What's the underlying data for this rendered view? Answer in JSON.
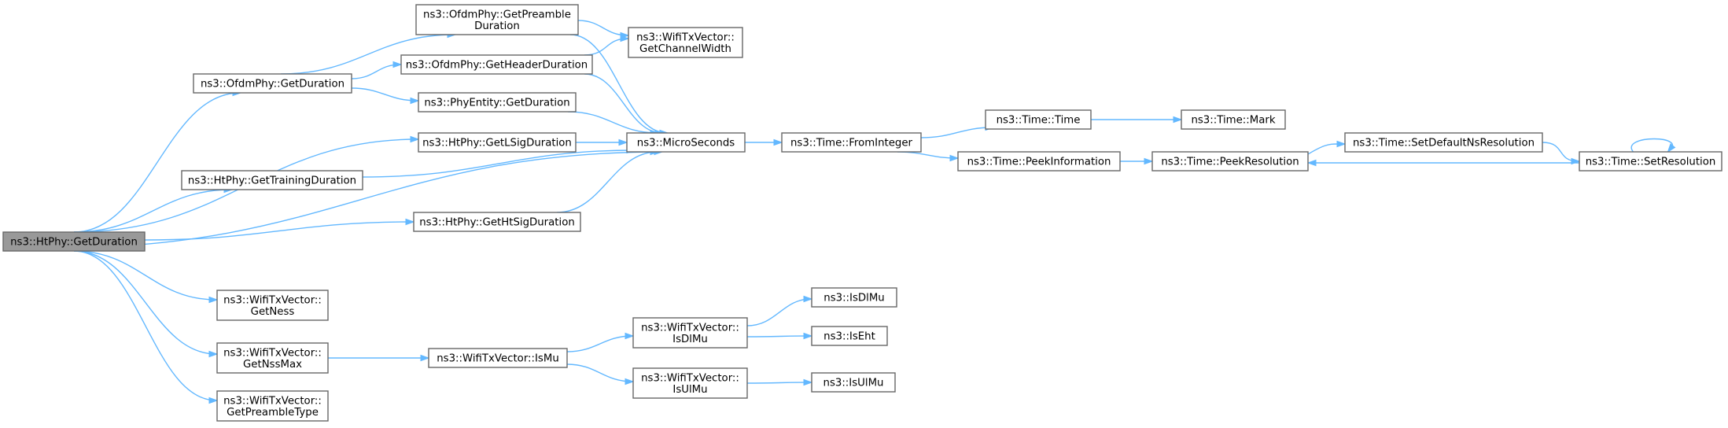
{
  "nodes": [
    {
      "id": "ht_getduration",
      "lines": [
        "ns3::HtPhy::GetDuration"
      ],
      "root": true
    },
    {
      "id": "ofdm_getduration",
      "lines": [
        "ns3::OfdmPhy::GetDuration"
      ]
    },
    {
      "id": "ofdm_getpreamble",
      "lines": [
        "ns3::OfdmPhy::GetPreamble",
        "Duration"
      ]
    },
    {
      "id": "ofdm_getheader",
      "lines": [
        "ns3::OfdmPhy::GetHeaderDuration"
      ]
    },
    {
      "id": "phyentity_getduration",
      "lines": [
        "ns3::PhyEntity::GetDuration"
      ]
    },
    {
      "id": "ht_getlsig",
      "lines": [
        "ns3::HtPhy::GetLSigDuration"
      ]
    },
    {
      "id": "ht_gettraining",
      "lines": [
        "ns3::HtPhy::GetTrainingDuration"
      ]
    },
    {
      "id": "ht_gethtsig",
      "lines": [
        "ns3::HtPhy::GetHtSigDuration"
      ]
    },
    {
      "id": "wtv_getchannelwidth",
      "lines": [
        "ns3::WifiTxVector::",
        "GetChannelWidth"
      ]
    },
    {
      "id": "microseconds",
      "lines": [
        "ns3::MicroSeconds"
      ]
    },
    {
      "id": "time_frominteger",
      "lines": [
        "ns3::Time::FromInteger"
      ]
    },
    {
      "id": "time_time",
      "lines": [
        "ns3::Time::Time"
      ]
    },
    {
      "id": "time_mark",
      "lines": [
        "ns3::Time::Mark"
      ]
    },
    {
      "id": "time_peekinformation",
      "lines": [
        "ns3::Time::PeekInformation"
      ]
    },
    {
      "id": "time_peekresolution",
      "lines": [
        "ns3::Time::PeekResolution"
      ]
    },
    {
      "id": "time_setdefaultns",
      "lines": [
        "ns3::Time::SetDefaultNsResolution"
      ]
    },
    {
      "id": "time_setresolution",
      "lines": [
        "ns3::Time::SetResolution"
      ]
    },
    {
      "id": "wtv_getness",
      "lines": [
        "ns3::WifiTxVector::",
        "GetNess"
      ]
    },
    {
      "id": "wtv_getnssmax",
      "lines": [
        "ns3::WifiTxVector::",
        "GetNssMax"
      ]
    },
    {
      "id": "wtv_getpreambletype",
      "lines": [
        "ns3::WifiTxVector::",
        "GetPreambleType"
      ]
    },
    {
      "id": "wtv_ismu",
      "lines": [
        "ns3::WifiTxVector::IsMu"
      ]
    },
    {
      "id": "wtv_isdlmu",
      "lines": [
        "ns3::WifiTxVector::",
        "IsDlMu"
      ]
    },
    {
      "id": "wtv_isulmu",
      "lines": [
        "ns3::WifiTxVector::",
        "IsUlMu"
      ]
    },
    {
      "id": "isdlmu",
      "lines": [
        "ns3::IsDlMu"
      ]
    },
    {
      "id": "iseht",
      "lines": [
        "ns3::IsEht"
      ]
    },
    {
      "id": "isulmu",
      "lines": [
        "ns3::IsUlMu"
      ]
    }
  ],
  "edges": [
    {
      "from": "ht_getduration",
      "to": "ofdm_getduration"
    },
    {
      "from": "ht_getduration",
      "to": "ht_getlsig"
    },
    {
      "from": "ht_getduration",
      "to": "ht_gettraining"
    },
    {
      "from": "ht_getduration",
      "to": "ht_gethtsig"
    },
    {
      "from": "ht_getduration",
      "to": "microseconds"
    },
    {
      "from": "ht_getduration",
      "to": "wtv_getness"
    },
    {
      "from": "ht_getduration",
      "to": "wtv_getnssmax"
    },
    {
      "from": "ht_getduration",
      "to": "wtv_getpreambletype"
    },
    {
      "from": "ofdm_getduration",
      "to": "ofdm_getpreamble"
    },
    {
      "from": "ofdm_getduration",
      "to": "ofdm_getheader"
    },
    {
      "from": "ofdm_getduration",
      "to": "phyentity_getduration"
    },
    {
      "from": "ofdm_getpreamble",
      "to": "wtv_getchannelwidth"
    },
    {
      "from": "ofdm_getpreamble",
      "to": "microseconds"
    },
    {
      "from": "ofdm_getheader",
      "to": "wtv_getchannelwidth"
    },
    {
      "from": "ofdm_getheader",
      "to": "microseconds"
    },
    {
      "from": "phyentity_getduration",
      "to": "microseconds"
    },
    {
      "from": "ht_getlsig",
      "to": "microseconds"
    },
    {
      "from": "ht_gettraining",
      "to": "microseconds"
    },
    {
      "from": "ht_gethtsig",
      "to": "microseconds"
    },
    {
      "from": "microseconds",
      "to": "time_frominteger"
    },
    {
      "from": "time_frominteger",
      "to": "time_time"
    },
    {
      "from": "time_frominteger",
      "to": "time_peekinformation"
    },
    {
      "from": "time_time",
      "to": "time_mark"
    },
    {
      "from": "time_peekinformation",
      "to": "time_peekresolution"
    },
    {
      "from": "time_peekresolution",
      "to": "time_setdefaultns"
    },
    {
      "from": "time_setdefaultns",
      "to": "time_setresolution"
    },
    {
      "from": "time_setresolution",
      "to": "time_peekresolution"
    },
    {
      "from": "time_setresolution",
      "to": "time_setresolution"
    },
    {
      "from": "wtv_getnssmax",
      "to": "wtv_ismu"
    },
    {
      "from": "wtv_ismu",
      "to": "wtv_isdlmu"
    },
    {
      "from": "wtv_ismu",
      "to": "wtv_isulmu"
    },
    {
      "from": "wtv_isdlmu",
      "to": "isdlmu"
    },
    {
      "from": "wtv_isdlmu",
      "to": "iseht"
    },
    {
      "from": "wtv_isulmu",
      "to": "isulmu"
    }
  ],
  "colors": {
    "edge": "#63b8ff",
    "node_border": "#666666",
    "root_fill": "#999999"
  }
}
